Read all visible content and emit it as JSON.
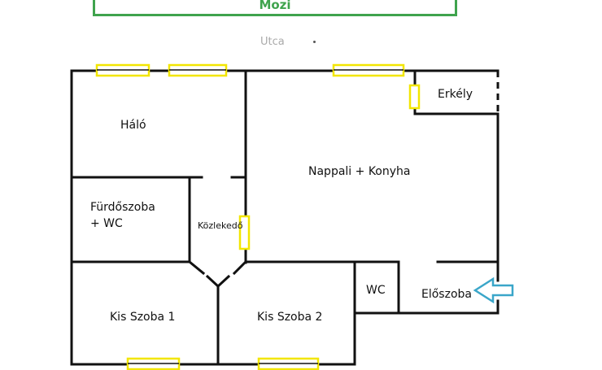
{
  "header": {
    "title": "Mozi"
  },
  "street_label": "Utca",
  "rooms": {
    "halo": "Háló",
    "nappali": "Nappali + Konyha",
    "erkely": "Erkély",
    "furdo_line1": "Fürdőszoba",
    "furdo_line2": "+ WC",
    "kozlekedo": "Közlekedő",
    "wc": "WC",
    "eloszoba": "Előszoba",
    "kis_szoba_1": "Kis Szoba 1",
    "kis_szoba_2": "Kis Szoba 2"
  },
  "colors": {
    "wall": "#111111",
    "window": "#f2e600",
    "banner": "#3fa34d",
    "entrance_arrow": "#3aa6c9"
  },
  "icons": {
    "entrance": "entrance-arrow-icon"
  }
}
